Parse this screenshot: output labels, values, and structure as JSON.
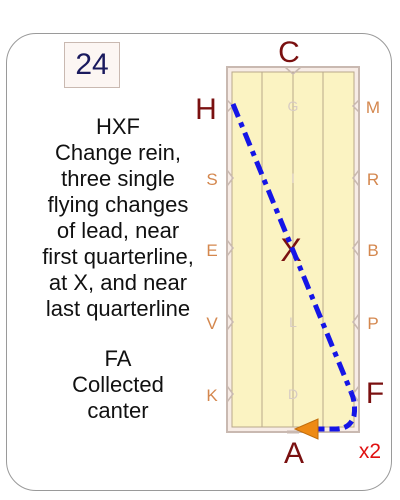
{
  "card": {
    "number": "24",
    "movement_1": {
      "lines": [
        "HXF",
        "Change rein,",
        "three single",
        "flying changes",
        "of lead, near",
        "first quarterline,",
        "at X, and near",
        "last quarterline"
      ]
    },
    "movement_2": {
      "lines": [
        "FA",
        "Collected",
        "canter"
      ]
    },
    "repeat_count": "x2"
  },
  "arena": {
    "big_letters": {
      "top": "C",
      "left": "H",
      "right": "F",
      "bottom": "A",
      "center": "X"
    },
    "side_letters": {
      "left": [
        "S",
        "E",
        "V",
        "K"
      ],
      "right": [
        "M",
        "R",
        "B",
        "P"
      ]
    },
    "centerline_letters": [
      "G",
      "I",
      "L",
      "D"
    ],
    "colors": {
      "sand": "#fbf3c2",
      "fence": "#c9b9b1",
      "path": "#1515e6",
      "arrow": "#ee8a14",
      "big_letter": "#7a1010",
      "side_letter": "#d4874e",
      "repeat": "#e01010"
    }
  }
}
